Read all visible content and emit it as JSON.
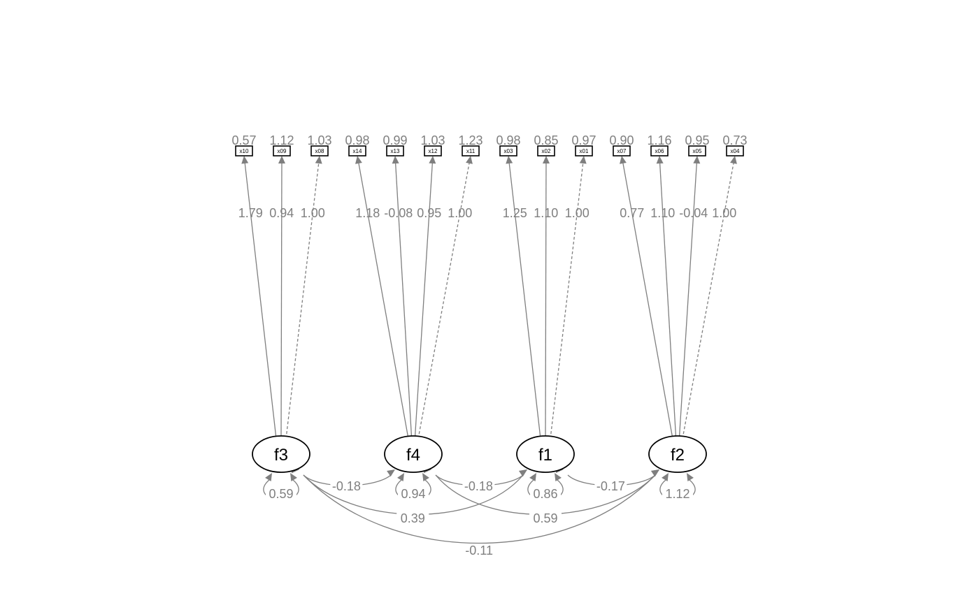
{
  "observed": [
    {
      "id": "x10",
      "label": "x10",
      "variance": "0.57"
    },
    {
      "id": "x09",
      "label": "x09",
      "variance": "1.12"
    },
    {
      "id": "x08",
      "label": "x08",
      "variance": "1.03"
    },
    {
      "id": "x14",
      "label": "x14",
      "variance": "0.98"
    },
    {
      "id": "x13",
      "label": "x13",
      "variance": "0.99"
    },
    {
      "id": "x12",
      "label": "x12",
      "variance": "1.03"
    },
    {
      "id": "x11",
      "label": "x11",
      "variance": "1.23"
    },
    {
      "id": "x03",
      "label": "x03",
      "variance": "0.98"
    },
    {
      "id": "x02",
      "label": "x02",
      "variance": "0.85"
    },
    {
      "id": "x01",
      "label": "x01",
      "variance": "0.97"
    },
    {
      "id": "x07",
      "label": "x07",
      "variance": "0.90"
    },
    {
      "id": "x06",
      "label": "x06",
      "variance": "1.16"
    },
    {
      "id": "x05",
      "label": "x05",
      "variance": "0.95"
    },
    {
      "id": "x04",
      "label": "x04",
      "variance": "0.73"
    }
  ],
  "latents": [
    {
      "id": "f3",
      "label": "f3",
      "variance": "0.59"
    },
    {
      "id": "f4",
      "label": "f4",
      "variance": "0.94"
    },
    {
      "id": "f1",
      "label": "f1",
      "variance": "0.86"
    },
    {
      "id": "f2",
      "label": "f2",
      "variance": "1.12"
    }
  ],
  "loadings": [
    {
      "from": "f3",
      "to": "x10",
      "value": "1.79",
      "fixed": false
    },
    {
      "from": "f3",
      "to": "x09",
      "value": "0.94",
      "fixed": false
    },
    {
      "from": "f3",
      "to": "x08",
      "value": "1.00",
      "fixed": true
    },
    {
      "from": "f4",
      "to": "x14",
      "value": "1.18",
      "fixed": false
    },
    {
      "from": "f4",
      "to": "x13",
      "value": "-0.08",
      "fixed": false
    },
    {
      "from": "f4",
      "to": "x12",
      "value": "0.95",
      "fixed": false
    },
    {
      "from": "f4",
      "to": "x11",
      "value": "1.00",
      "fixed": true
    },
    {
      "from": "f1",
      "to": "x03",
      "value": "1.25",
      "fixed": false
    },
    {
      "from": "f1",
      "to": "x02",
      "value": "1.10",
      "fixed": false
    },
    {
      "from": "f1",
      "to": "x01",
      "value": "1.00",
      "fixed": true
    },
    {
      "from": "f2",
      "to": "x07",
      "value": "0.77",
      "fixed": false
    },
    {
      "from": "f2",
      "to": "x06",
      "value": "1.10",
      "fixed": false
    },
    {
      "from": "f2",
      "to": "x05",
      "value": "-0.04",
      "fixed": false
    },
    {
      "from": "f2",
      "to": "x04",
      "value": "1.00",
      "fixed": true
    }
  ],
  "covariances": [
    {
      "a": "f3",
      "b": "f4",
      "value": "-0.18"
    },
    {
      "a": "f4",
      "b": "f1",
      "value": "-0.18"
    },
    {
      "a": "f1",
      "b": "f2",
      "value": "-0.17"
    },
    {
      "a": "f3",
      "b": "f1",
      "value": "0.39"
    },
    {
      "a": "f4",
      "b": "f2",
      "value": "0.59"
    },
    {
      "a": "f3",
      "b": "f2",
      "value": "-0.11"
    }
  ],
  "colors": {
    "path": "#7f7f7f",
    "label": "#7f7f7f",
    "node_stroke": "#000000",
    "background": "#ffffff"
  }
}
